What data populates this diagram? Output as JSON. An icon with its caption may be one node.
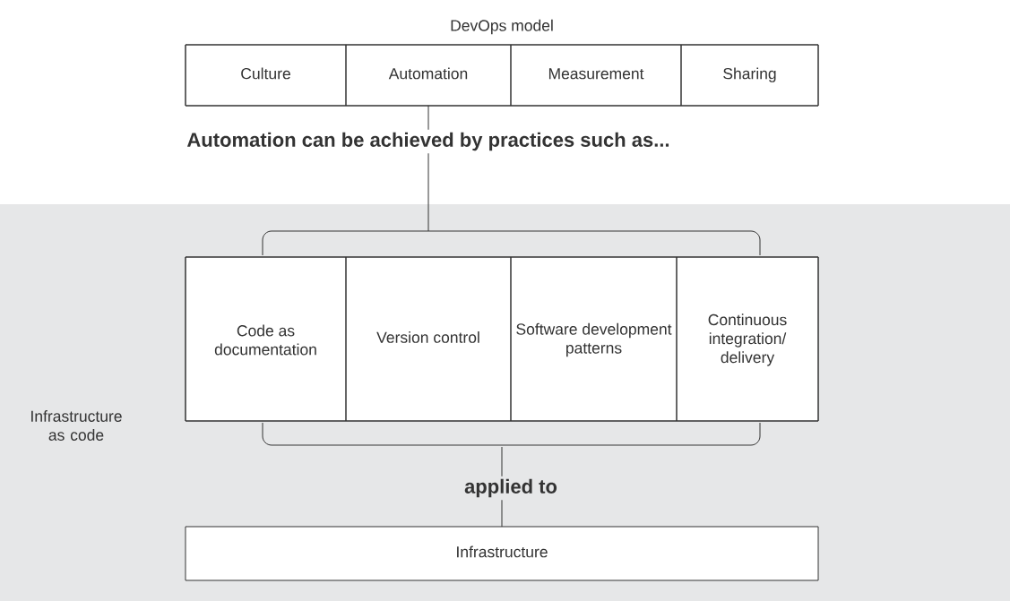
{
  "diagram": {
    "nodes": [
      {
        "text": [
          "DevOps model"
        ]
      },
      {
        "text": [
          "Culture"
        ],
        "in": 0
      },
      {
        "text": [
          "Automation"
        ],
        "in": 0
      },
      {
        "text": [
          "Measurement"
        ],
        "in": 0
      },
      {
        "text": [
          "Sharing"
        ],
        "in": 0
      },
      {
        "text": [
          "Infrastructure as code"
        ]
      },
      {
        "text": [],
        "shape": "box",
        "in": 5
      },
      {
        "text": [
          "Code as documentation"
        ],
        "in": 6
      },
      {
        "text": [
          "Version control"
        ],
        "in": 6
      },
      {
        "text": [
          "Software development patterns"
        ],
        "in": 6
      },
      {
        "text": [
          "Continuous integration/ delivery"
        ],
        "in": 6
      },
      {
        "text": [
          "Infrastructure"
        ],
        "in": 5
      }
    ],
    "edges": [
      {
        "from": 2,
        "to": 6,
        "arrow": "none",
        "label": "Automation can be achieved by practices such as..."
      },
      {
        "from": 6,
        "to": 11,
        "arrow": "none",
        "label": "applied to"
      }
    ]
  }
}
